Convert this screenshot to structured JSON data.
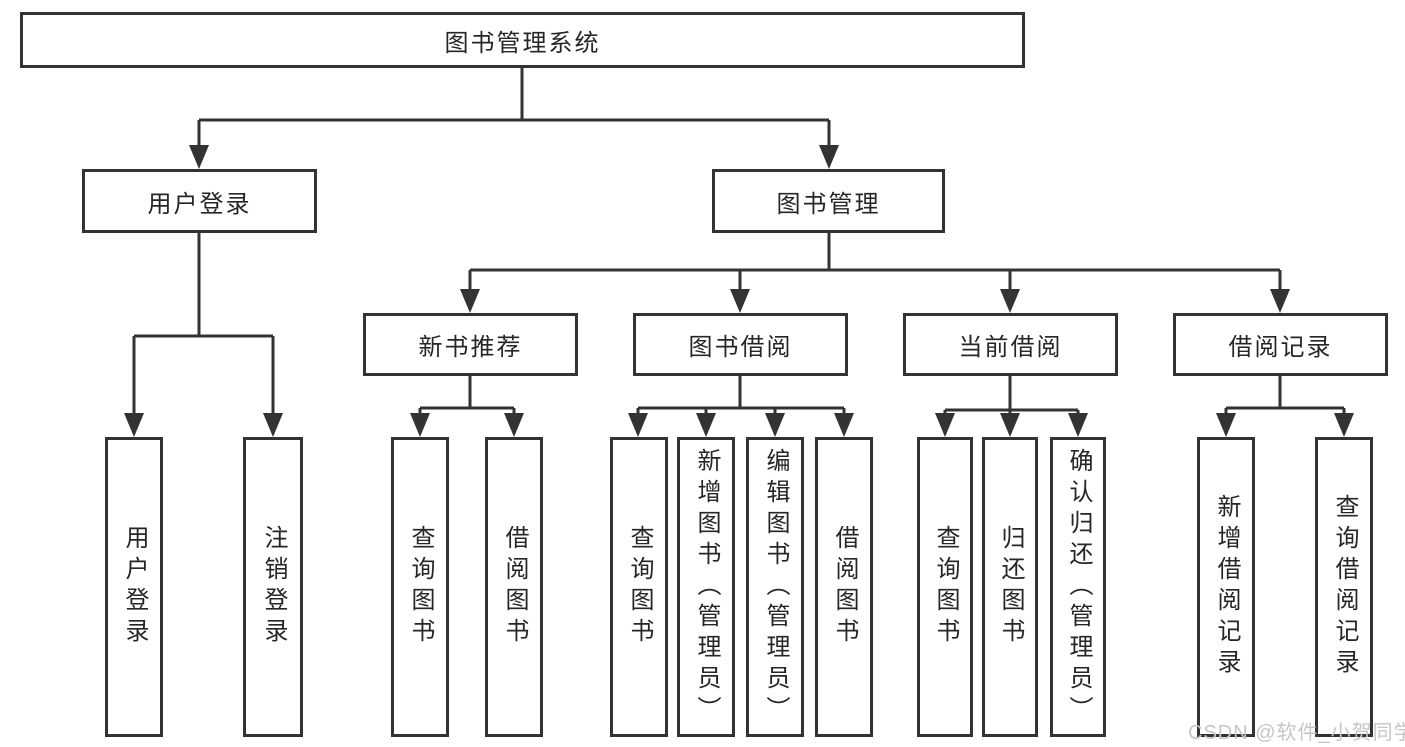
{
  "title": {
    "label": "图书管理系统"
  },
  "level2": {
    "user_login": "用户登录",
    "book_mgmt": "图书管理"
  },
  "level3": {
    "new_books": "新书推荐",
    "borrowing": "图书借阅",
    "current": "当前借阅",
    "records": "借阅记录"
  },
  "leaves": {
    "user_login_leaf": "用户登录",
    "logout": "注销登录",
    "nb_query": "查询图书",
    "nb_borrow": "借阅图书",
    "bw_query": "查询图书",
    "bw_add": "新增图书（管理员）",
    "bw_edit": "编辑图书（管理员）",
    "bw_borrow": "借阅图书",
    "cur_query": "查询图书",
    "cur_return": "归还图书",
    "cur_confirm": "确认归还（管理员）",
    "rec_add": "新增借阅记录",
    "rec_query": "查询借阅记录"
  },
  "watermark": {
    "label": "CSDN @软件_小贺同学"
  },
  "colors": {
    "line": "#333333",
    "text": "#262626",
    "watermark": "#c6c6c6"
  }
}
